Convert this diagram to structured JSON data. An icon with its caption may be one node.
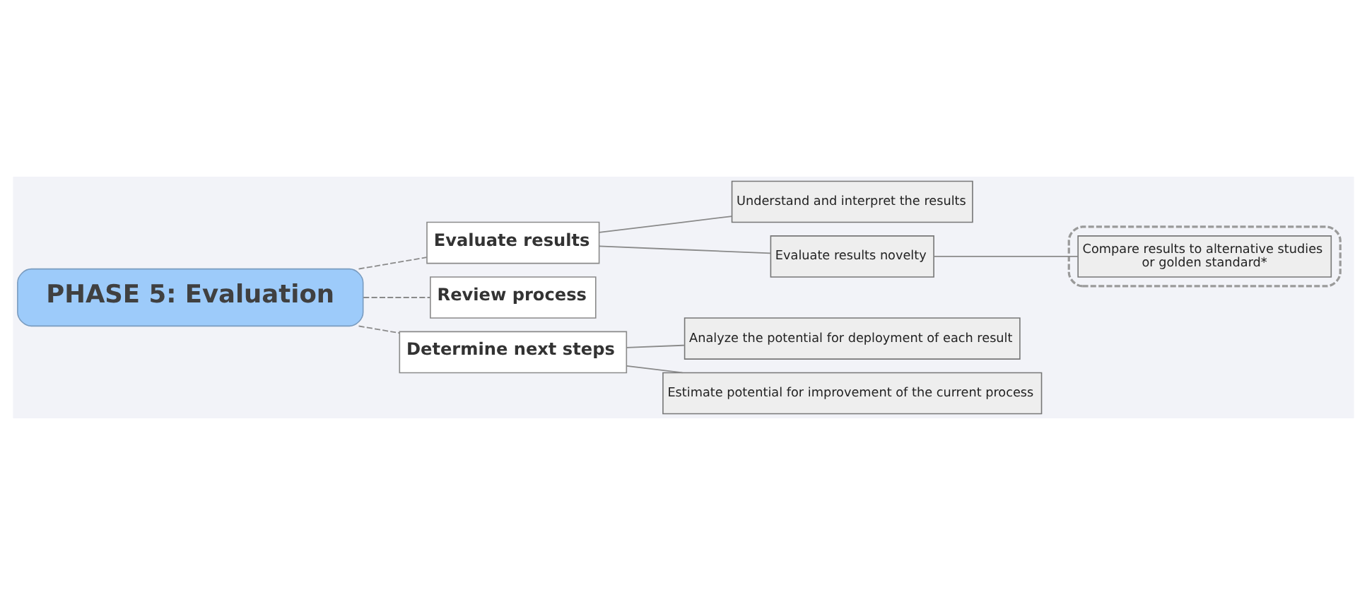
{
  "diagram": {
    "nodes": [
      {
        "text": [
          "PHASE 5: Evaluation"
        ]
      },
      {
        "text": [
          "Evaluate results"
        ]
      },
      {
        "text": [
          "Understand and interpret the results"
        ]
      },
      {
        "text": [
          "Evaluate results novelty"
        ]
      },
      {
        "text": [],
        "shape": "box"
      },
      {
        "text": [
          "Compare results to alternative studies or golden standard*"
        ],
        "in": 4
      },
      {
        "text": [
          "Review process"
        ]
      },
      {
        "text": [
          "Determine next steps"
        ]
      },
      {
        "text": [
          "Analyze the potential for deployment of each result"
        ]
      },
      {
        "text": [
          "Estimate potential for improvement of the current process"
        ]
      }
    ],
    "edges": [
      {
        "from": 0,
        "to": 1,
        "arrow": "none",
        "style": "dashed"
      },
      {
        "from": 1,
        "to": 2,
        "arrow": "none"
      },
      {
        "from": 1,
        "to": 3,
        "arrow": "none"
      },
      {
        "from": 3,
        "to": 5,
        "arrow": "none"
      },
      {
        "from": 0,
        "to": 6,
        "arrow": "none",
        "style": "dashed"
      },
      {
        "from": 0,
        "to": 7,
        "arrow": "none",
        "style": "dashed"
      },
      {
        "from": 7,
        "to": 8,
        "arrow": "none"
      },
      {
        "from": 7,
        "to": 9,
        "arrow": "none"
      }
    ]
  }
}
